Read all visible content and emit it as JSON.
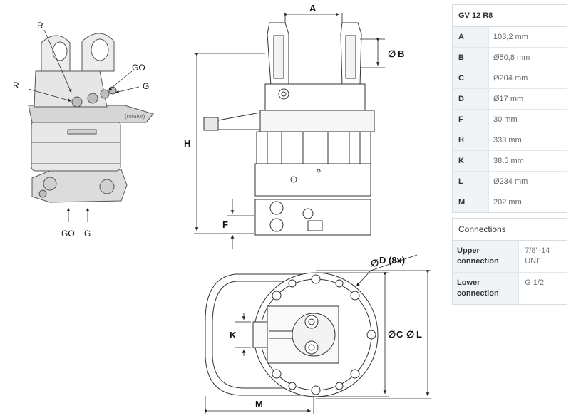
{
  "iso_labels": {
    "r_top": "R",
    "r_left": "R",
    "go_top": "GO",
    "g_top": "G",
    "go_bottom": "GO",
    "g_bottom": "G"
  },
  "dim_labels": {
    "a": "A",
    "b": "B",
    "h": "H",
    "f": "F",
    "d": "D (8x)",
    "c": "C",
    "l": "L",
    "k": "K",
    "m": "M"
  },
  "specs": {
    "title": "GV 12 R8",
    "rows": [
      {
        "key": "A",
        "value": "103,2 mm"
      },
      {
        "key": "B",
        "value": "Ø50,8 mm"
      },
      {
        "key": "C",
        "value": "Ø204 mm"
      },
      {
        "key": "D",
        "value": "Ø17 mm"
      },
      {
        "key": "F",
        "value": "30 mm"
      },
      {
        "key": "H",
        "value": "333 mm"
      },
      {
        "key": "K",
        "value": "38,5 mm"
      },
      {
        "key": "L",
        "value": "Ø234 mm"
      },
      {
        "key": "M",
        "value": "202 mm"
      }
    ]
  },
  "connections": {
    "title": "Connections",
    "rows": [
      {
        "key": "Upper connection",
        "value": "7/8\"-14 UNF"
      },
      {
        "key": "Lower connection",
        "value": "G 1/2"
      }
    ]
  }
}
